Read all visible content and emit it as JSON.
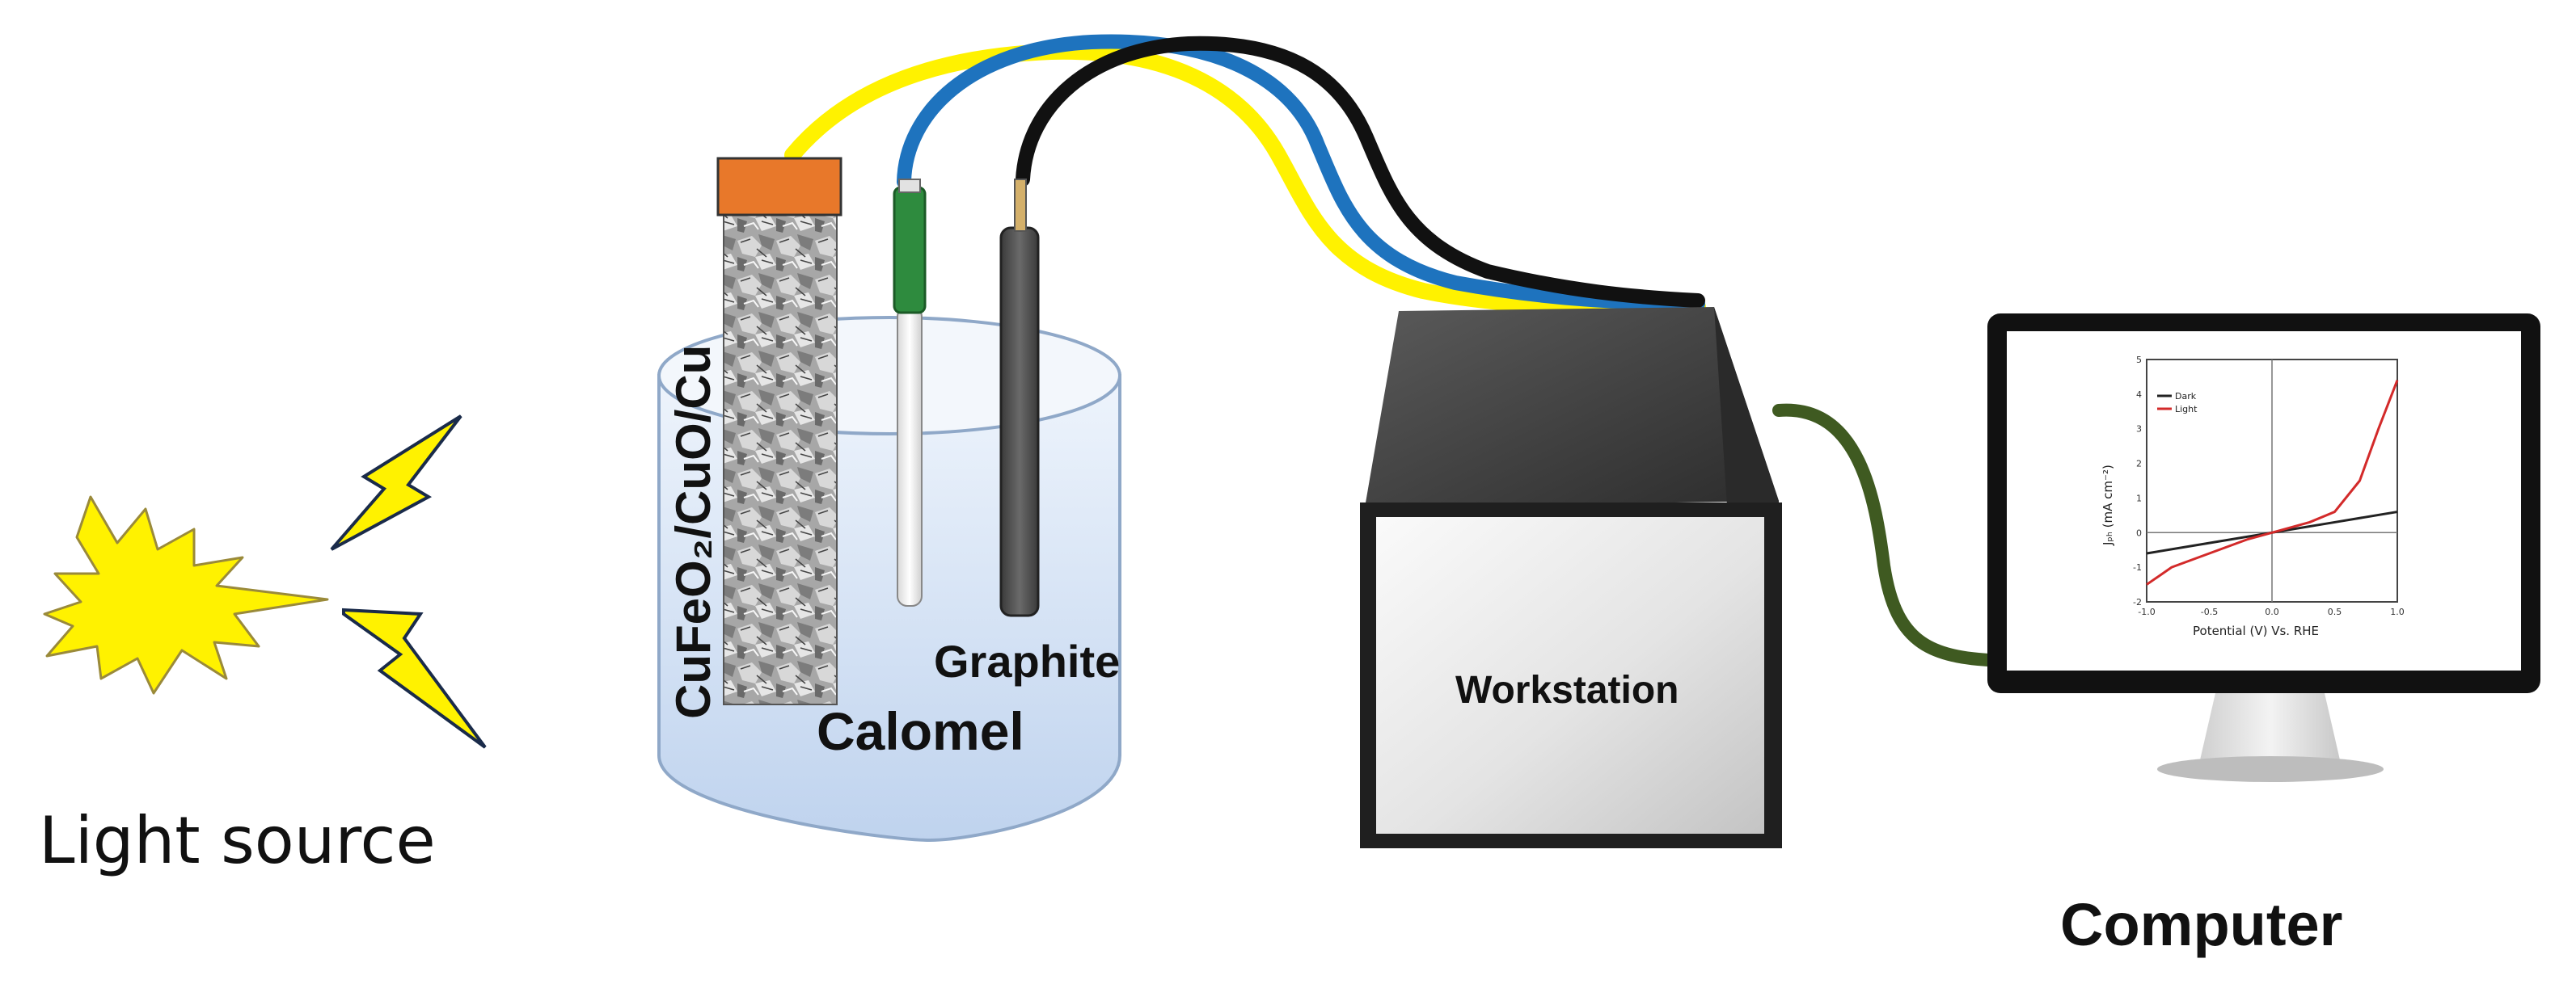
{
  "labels": {
    "light_source": "Light source",
    "electrode": "CuFeO₂/CuO/Cu",
    "calomel": "Calomel",
    "graphite": "Graphite",
    "workstation": "Workstation",
    "computer": "Computer"
  },
  "monitor_plot": {
    "y_axis_label": "Jₚₕ (mA cm⁻²)",
    "x_axis_label": "Potential (V) Vs. RHE",
    "legend": [
      "Dark",
      "Light"
    ],
    "x_ticks": [
      "-1.0",
      "-0.5",
      "0.0",
      "0.5",
      "1.0"
    ],
    "y_ticks": [
      "5",
      "4",
      "3",
      "2",
      "1",
      "0",
      "-1",
      "-2"
    ]
  },
  "chart_data": {
    "type": "line",
    "xlabel": "Potential (V) Vs. RHE",
    "ylabel": "Jₚₕ (mA cm⁻²)",
    "xlim": [
      -1.0,
      1.0
    ],
    "ylim": [
      -2,
      5
    ],
    "series": [
      {
        "name": "Dark",
        "x": [
          -1.0,
          -0.5,
          0.0,
          0.5,
          1.0
        ],
        "y": [
          -0.6,
          -0.3,
          0.0,
          0.3,
          0.6
        ]
      },
      {
        "name": "Light",
        "x": [
          -1.0,
          -0.8,
          -0.5,
          -0.2,
          0.0,
          0.3,
          0.5,
          0.7,
          0.85,
          1.0
        ],
        "y": [
          -1.5,
          -1.0,
          -0.6,
          -0.2,
          0.0,
          0.3,
          0.6,
          1.5,
          3.0,
          4.4
        ]
      }
    ]
  },
  "colors": {
    "yellow_wire": "#FFF200",
    "blue_wire": "#1E73BE",
    "black_wire": "#111111",
    "green_cable": "#3F5A21",
    "electrode_cap": "#E8782A",
    "calomel_body": "#2E8B3E",
    "beaker_liquid": "#D6E4F5",
    "dark_curve": "#222222",
    "light_curve": "#D32A2A",
    "burst": "#FFF200"
  }
}
